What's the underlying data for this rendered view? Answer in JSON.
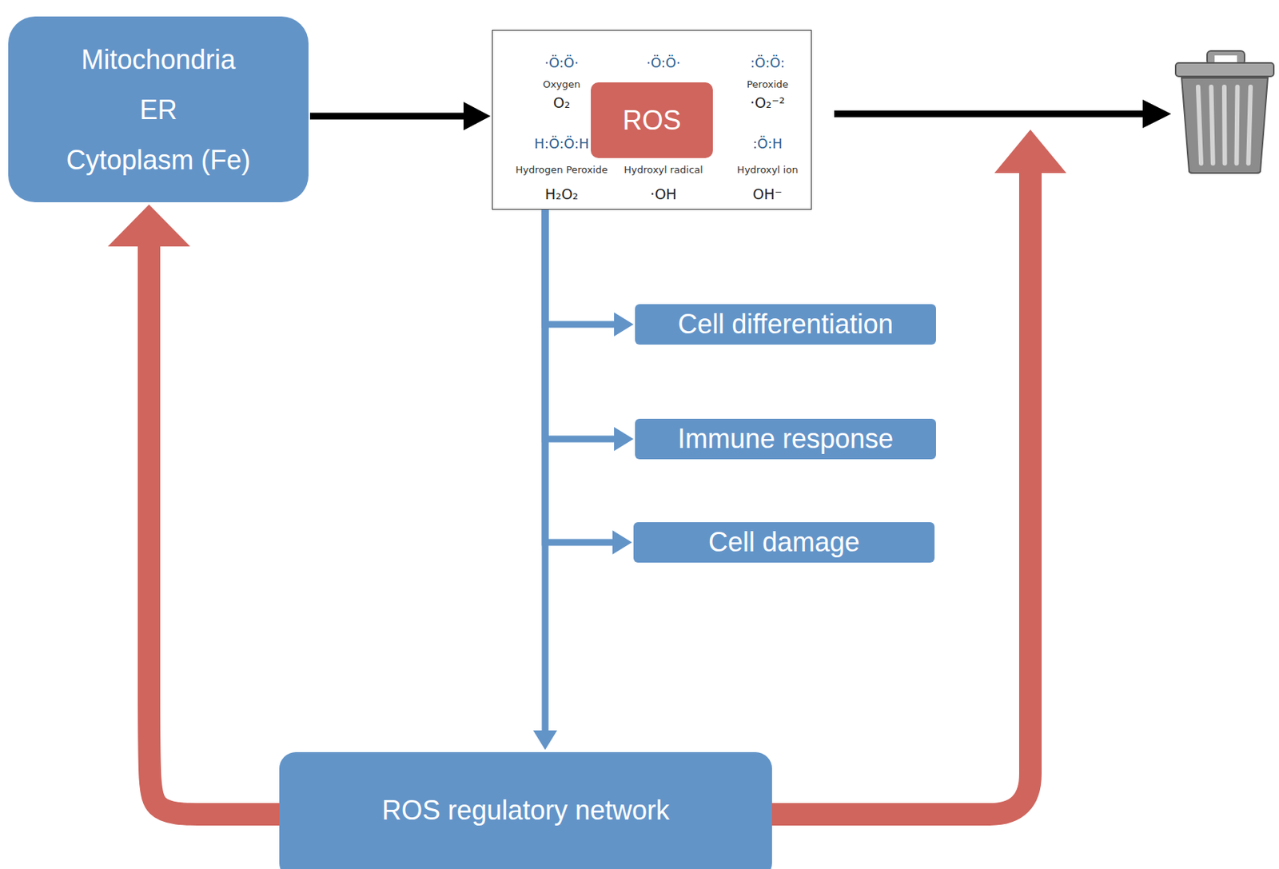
{
  "diagram": {
    "nodes": [
      {
        "text": [
          "Mitochondria",
          "ER",
          "Cytoplasm (Fe)"
        ]
      },
      {
        "text": [
          "·Ö:Ö·",
          "·Ö:Ö·",
          ":Ö:Ö:",
          "Oxygen",
          "Peroxide",
          "O₂",
          "·O₂⁻²",
          "H:Ö:Ö:H",
          ":Ö:H",
          "Hydrogen Peroxide",
          "Hydroxyl radical",
          "Hydroxyl ion",
          "H₂O₂",
          "·OH",
          "OH⁻"
        ]
      },
      {
        "text": [
          "ROS"
        ],
        "in": 1
      },
      {
        "text": [
          "Cell differentiation"
        ]
      },
      {
        "text": [
          "Immune response"
        ]
      },
      {
        "text": [
          "Cell damage"
        ]
      },
      {
        "text": [
          "ROS regulatory network"
        ]
      }
    ],
    "edges": [
      {
        "from": 0,
        "to": 1,
        "arrow": "to"
      },
      {
        "from": 1,
        "to": 3,
        "arrow": "to"
      },
      {
        "from": 1,
        "to": 4,
        "arrow": "to"
      },
      {
        "from": 1,
        "to": 5,
        "arrow": "to"
      },
      {
        "from": 1,
        "to": 6,
        "arrow": "to"
      },
      {
        "from": 6,
        "to": 0,
        "arrow": "to"
      }
    ]
  }
}
